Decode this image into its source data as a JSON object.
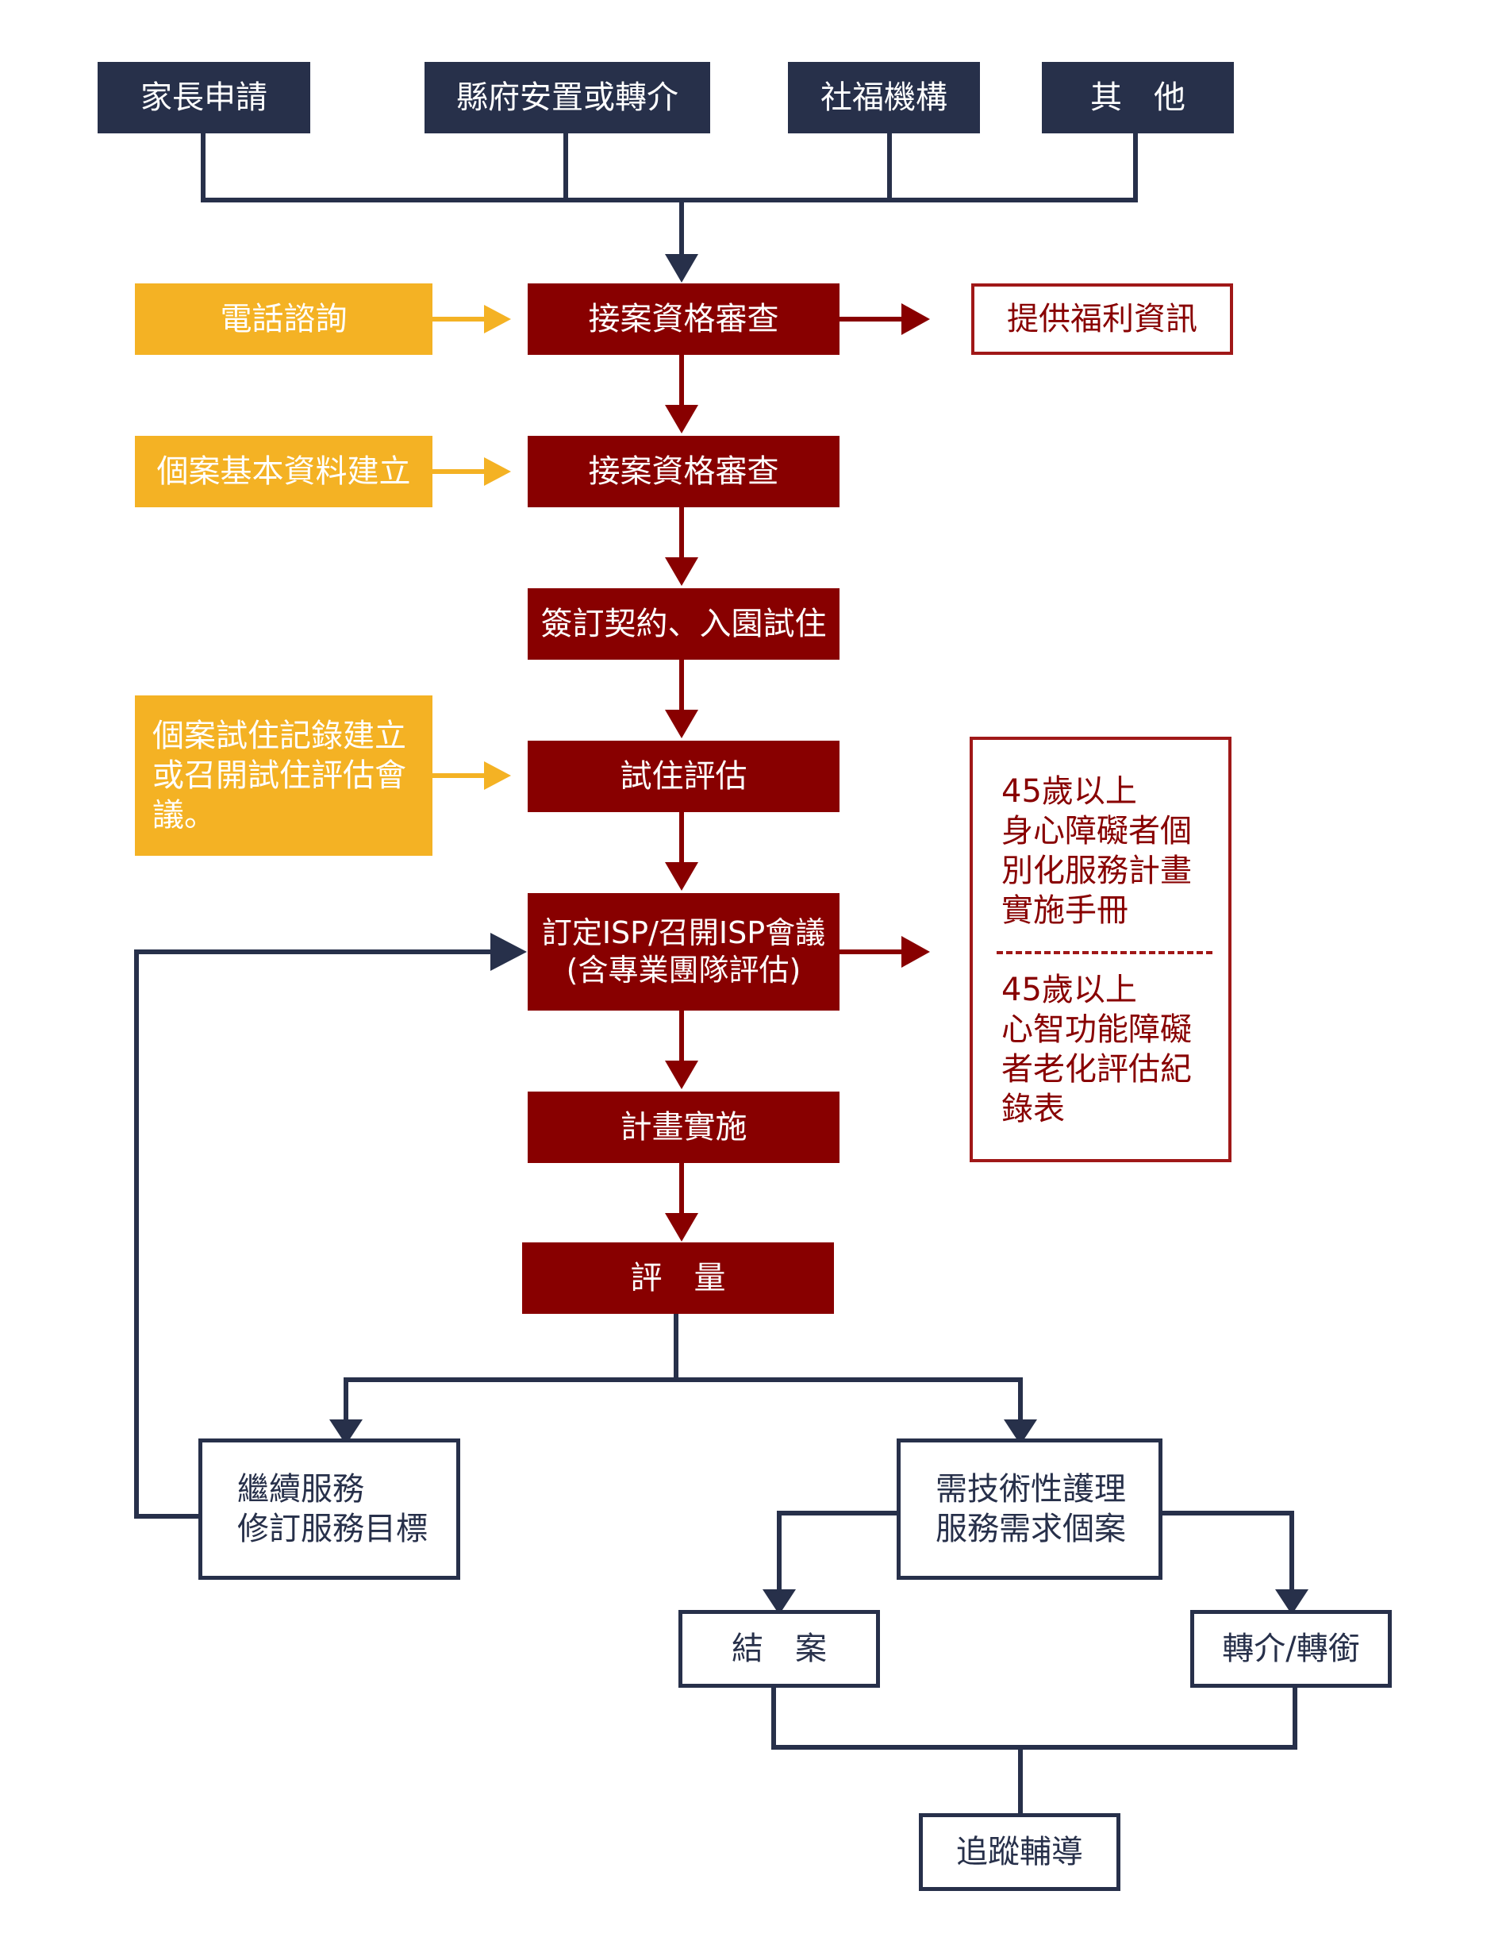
{
  "sources": [
    "家長申請",
    "縣府安置或轉介",
    "社福機構",
    "其　他"
  ],
  "side_inputs": {
    "phone": "電話諮詢",
    "basic_data": "個案基本資料建立",
    "trial_record": "個案試住記錄建立\n或召開試住評估會\n議。"
  },
  "main_steps": {
    "review_1": "接案資格審查",
    "review_2": "接案資格審查",
    "contract": "簽訂契約、入園試住",
    "trial_eval": "試住評估",
    "isp": "訂定ISP/召開ISP會議\n(含專業團隊評估)",
    "implement": "計畫實施",
    "assess": "評　量"
  },
  "outputs": {
    "welfare_info": "提供福利資訊",
    "isp_note_1": "45歲以上\n身心障礙者個\n別化服務計畫\n實施手冊",
    "isp_note_2": "45歲以上\n心智功能障礙\n者老化評估紀\n錄表"
  },
  "branches": {
    "continue": "繼續服務\n修訂服務目標",
    "nursing": "需技術性護理\n服務需求個案",
    "close": "結　案",
    "referral": "轉介/轉銜",
    "follow_up": "追蹤輔導"
  },
  "colors": {
    "navy": "#27304a",
    "dark_red": "#880000",
    "gold": "#f4b224",
    "white": "#ffffff"
  }
}
